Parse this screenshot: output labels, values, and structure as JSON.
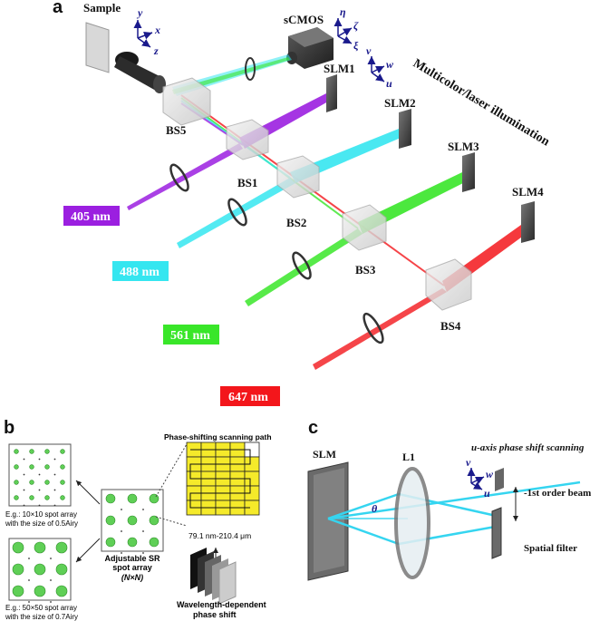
{
  "panels": {
    "a": "a",
    "b": "b",
    "c": "c"
  },
  "panel_a": {
    "sample": "Sample",
    "scmos": "sCMOS",
    "title": "Multicolor/laser illumination",
    "slm": [
      "SLM1",
      "SLM2",
      "SLM3",
      "SLM4"
    ],
    "bs": [
      "BS5",
      "BS1",
      "BS2",
      "BS3",
      "BS4"
    ],
    "wavelengths": [
      "405 nm",
      "488 nm",
      "561 nm",
      "647 nm"
    ],
    "colors": {
      "violet": "#9b1fe0",
      "cyan": "#35e6f0",
      "green": "#39e629",
      "red": "#f3161b"
    },
    "sample_axes": {
      "y": "y",
      "x": "x",
      "z": "z"
    },
    "scmos_axes": {
      "eta": "η",
      "zeta": "ζ",
      "xi": "ξ"
    },
    "slm_axes": {
      "v": "v",
      "w": "w",
      "u": "u"
    }
  },
  "panel_b": {
    "scan_title": "Phase-shifting scanning path",
    "scan_range": "79.1 nm-210.4 μm",
    "center_label_1": "Adjustable SR",
    "center_label_2": "spot array",
    "center_label_3": "(N×N)",
    "example1_line1": "E.g.: 10×10 spot array",
    "example1_line2": "with the size of 0.5Airy",
    "example2_line1": "E.g.: 50×50 spot array",
    "example2_line2": "with the size of 0.7Airy",
    "phase_line1": "Wavelength-dependent",
    "phase_line2": "phase shift"
  },
  "panel_c": {
    "slm": "SLM",
    "lens": "L1",
    "theta": "θ",
    "scan_text": "u-axis phase shift scanning",
    "beam_text": "-1st order beam",
    "filter_text": "Spatial filter",
    "axes": {
      "v": "v",
      "w": "w",
      "u": "u"
    }
  }
}
